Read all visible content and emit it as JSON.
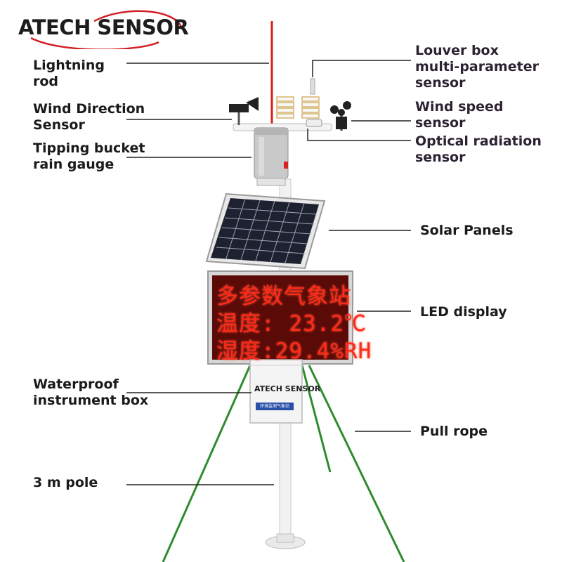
{
  "brand": {
    "logo_text": "ATECH SENSOR",
    "box_brand": "ATECH SENSOR",
    "box_plate": "环境监测气象站"
  },
  "labels": {
    "lightning_rod": "Lightning\nrod",
    "wind_direction": "Wind Direction\nSensor",
    "rain_gauge": "Tipping bucket\nrain gauge",
    "louver_box": "Louver box\nmulti-parameter\nsensor",
    "wind_speed": "Wind speed\nsensor",
    "optical_radiation": "Optical radiation\nsensor",
    "solar_panels": "Solar Panels",
    "led_display": "LED display",
    "instrument_box": "Waterproof\ninstrument box",
    "pull_rope": "Pull rope",
    "pole": "3 m pole"
  },
  "led": {
    "line1": "多参数气象站",
    "line2": "温度: 23.2℃",
    "line3": "湿度:29.4%RH"
  },
  "colors": {
    "led_text": "#ff2a1a",
    "rope": "#2e8b2e",
    "rod": "#d81e1e",
    "logo_swoosh": "#d41f26"
  }
}
